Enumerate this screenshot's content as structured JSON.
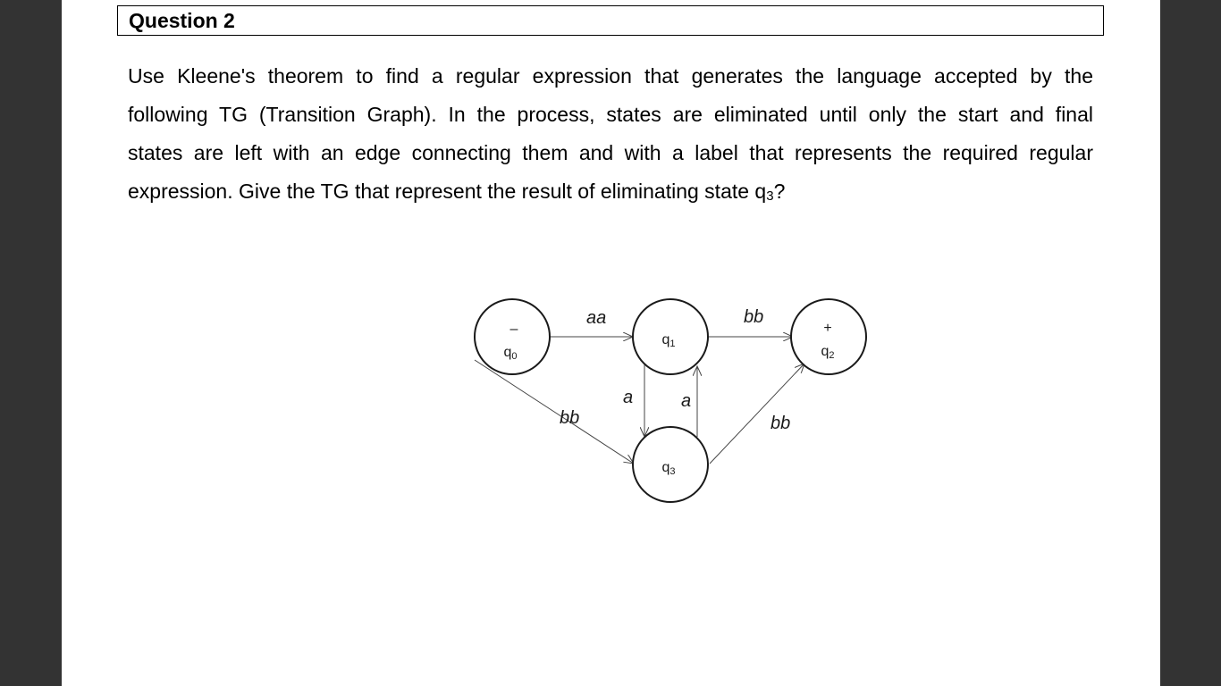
{
  "question": {
    "title": "Question 2",
    "lines": [
      "Use Kleene's theorem to find a regular expression that generates the language accepted by the",
      "following TG (Transition Graph). In the process, states are eliminated until only the start and final",
      "states are left with an edge connecting them and with a label that represents the required regular"
    ],
    "last_line_prefix": "expression. Give the TG that represent the result of eliminating state q",
    "last_line_sub": "3",
    "last_line_suffix": "?"
  },
  "diagram": {
    "states": [
      {
        "id": "q0",
        "name": "q",
        "sub": "0",
        "marker": "–"
      },
      {
        "id": "q1",
        "name": "q",
        "sub": "1",
        "marker": ""
      },
      {
        "id": "q2",
        "name": "q",
        "sub": "2",
        "marker": "+"
      },
      {
        "id": "q3",
        "name": "q",
        "sub": "3",
        "marker": ""
      }
    ],
    "edges": [
      {
        "from": "q0",
        "to": "q1",
        "label": "aa"
      },
      {
        "from": "q1",
        "to": "q2",
        "label": "bb"
      },
      {
        "from": "q0",
        "to": "q3",
        "label": "bb"
      },
      {
        "from": "q3",
        "to": "q2",
        "label": "bb"
      },
      {
        "from": "q1",
        "to": "q3",
        "label": "a"
      },
      {
        "from": "q3",
        "to": "q1",
        "label": "a"
      }
    ]
  }
}
